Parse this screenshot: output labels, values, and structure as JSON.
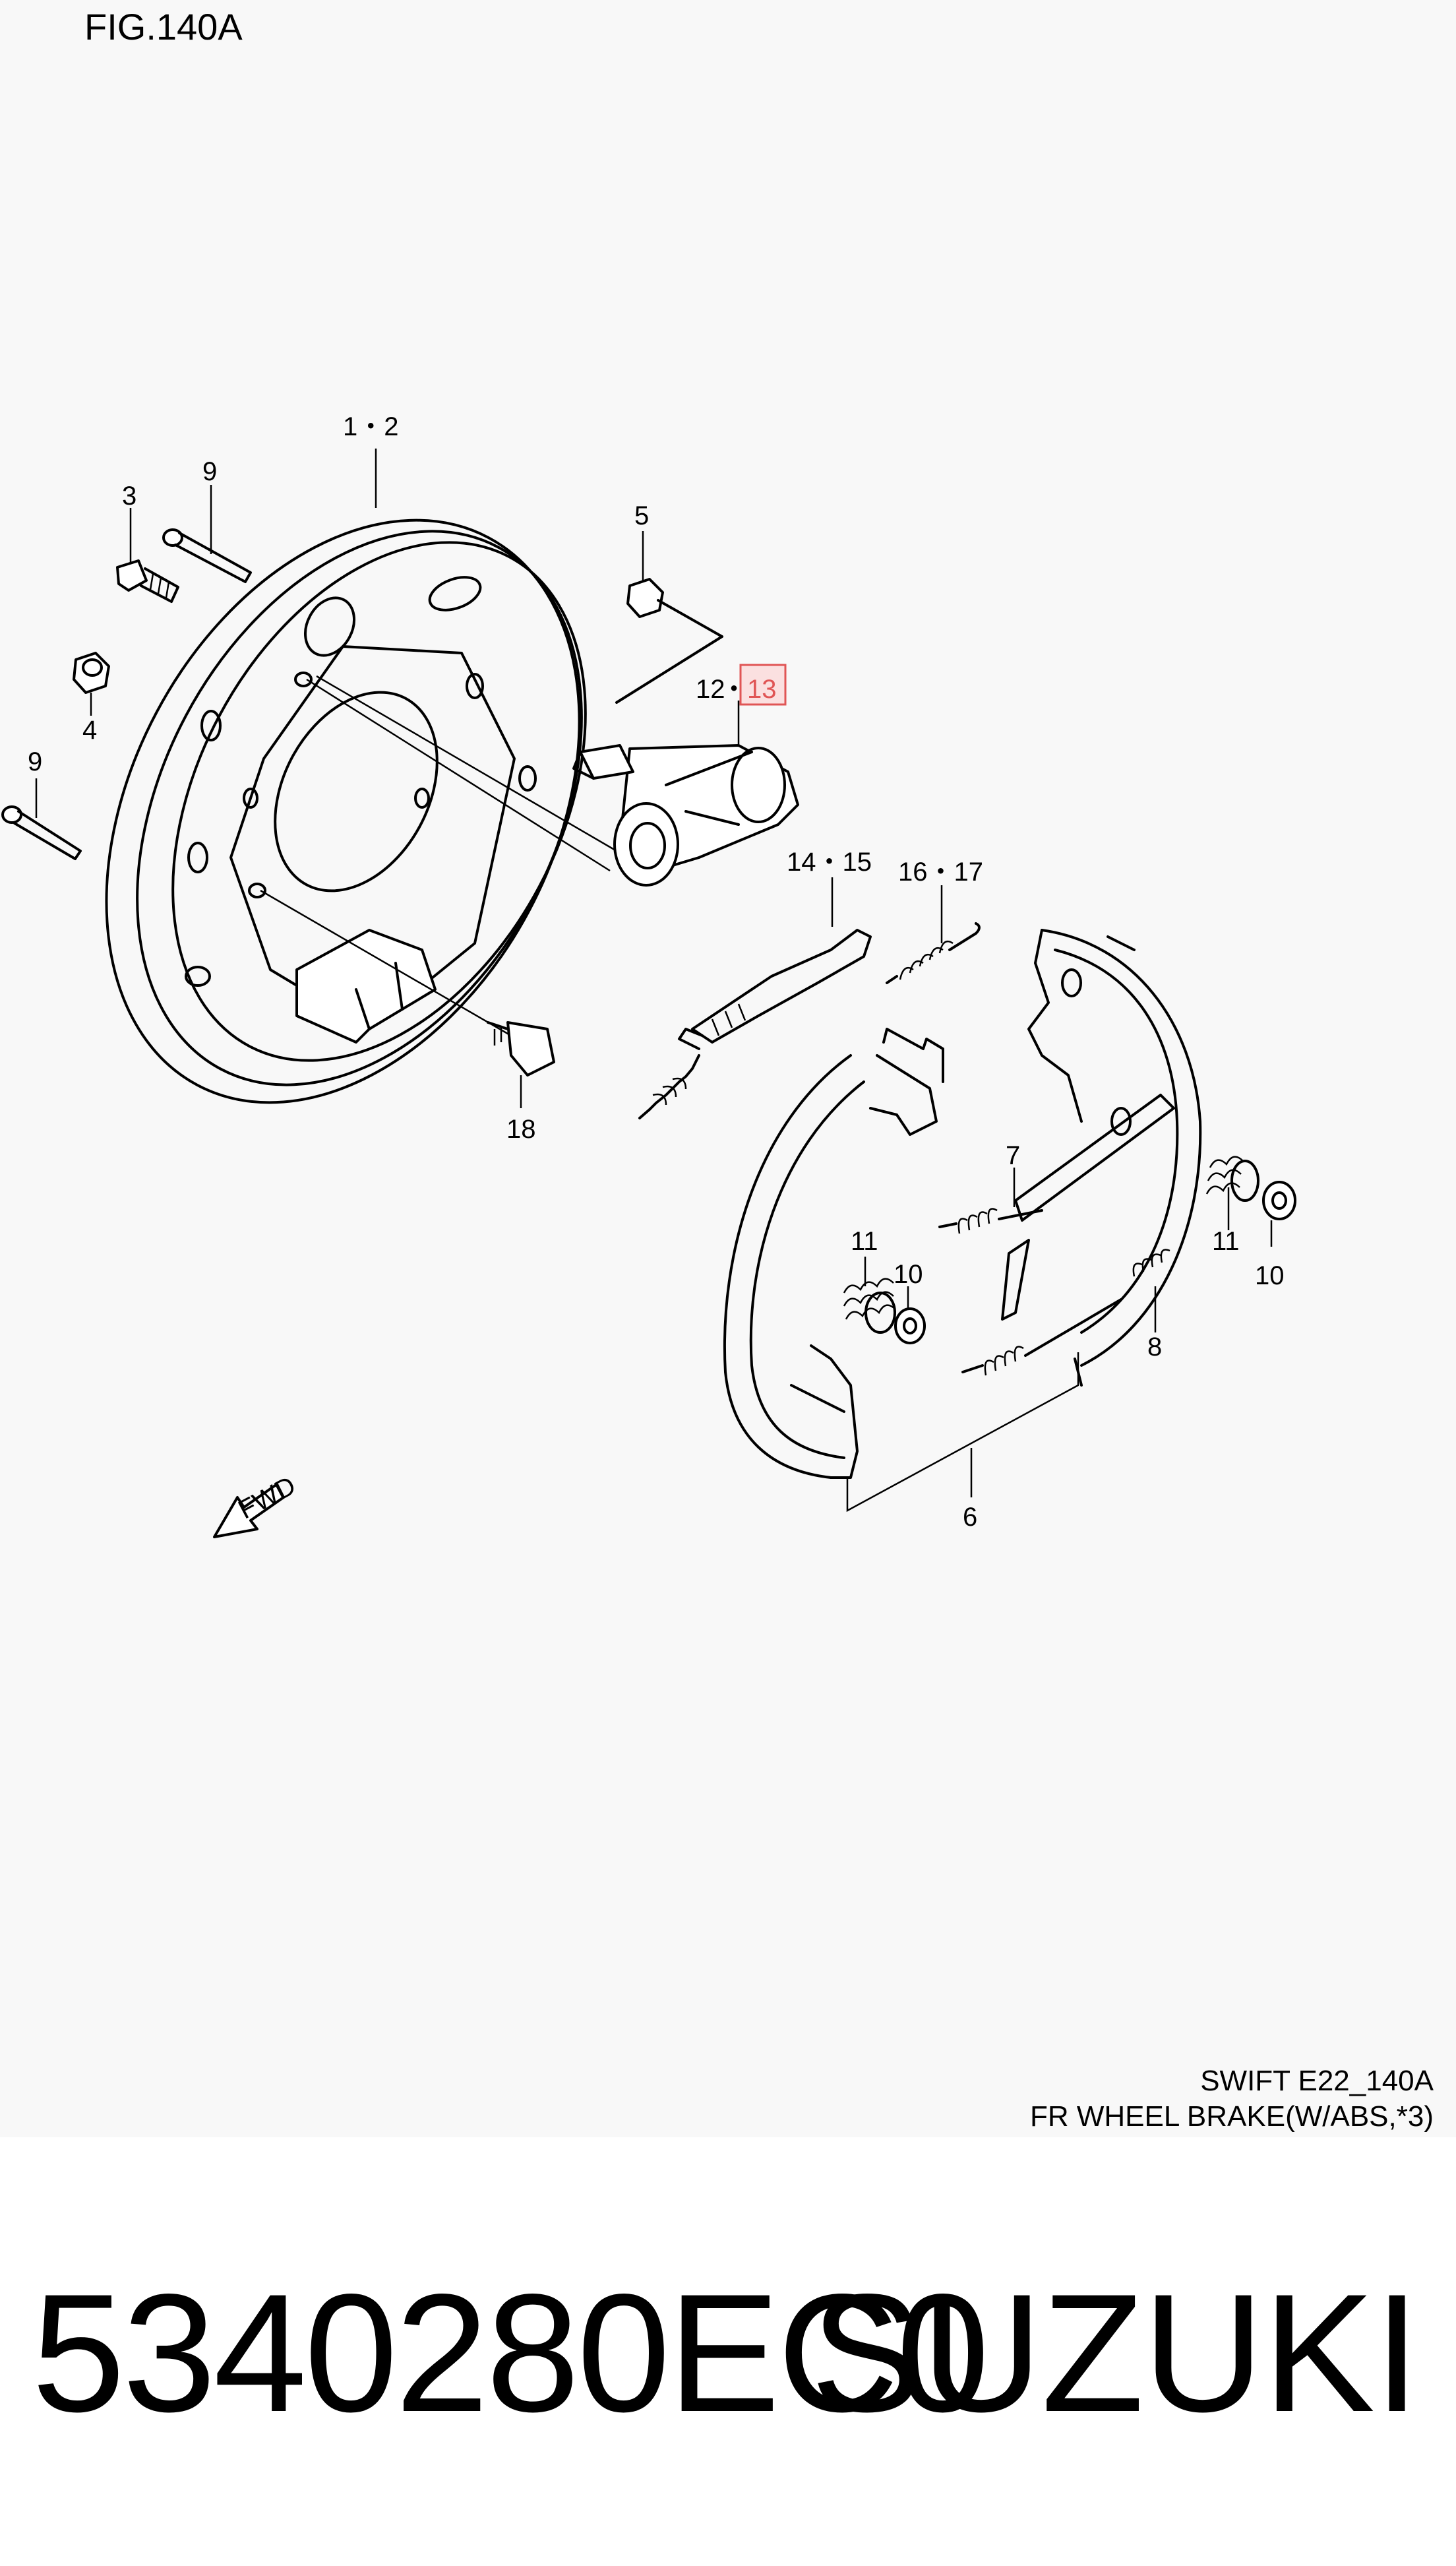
{
  "figure": {
    "fig_label": "FIG.140A",
    "fwd_label": "FWD"
  },
  "callouts": {
    "c1_2": "1・2",
    "c3": "3",
    "c4": "4",
    "c5": "5",
    "c6": "6",
    "c7": "7",
    "c8": "8",
    "c9_top": "9",
    "c9_left": "9",
    "c10_mid": "10",
    "c10_right": "10",
    "c11_mid": "11",
    "c11_right": "11",
    "c12": "12",
    "c12_sep": "・",
    "c13": "13",
    "c14_15": "14・15",
    "c16_17": "16・17",
    "c18": "18"
  },
  "highlight": {
    "part": "13",
    "color": "#e05555"
  },
  "caption": {
    "model": "SWIFT E22_140A",
    "title": "FR WHEEL BRAKE(W/ABS,*3)"
  },
  "footer": {
    "part_number": "5340280EC0",
    "brand": "SUZUKI"
  }
}
